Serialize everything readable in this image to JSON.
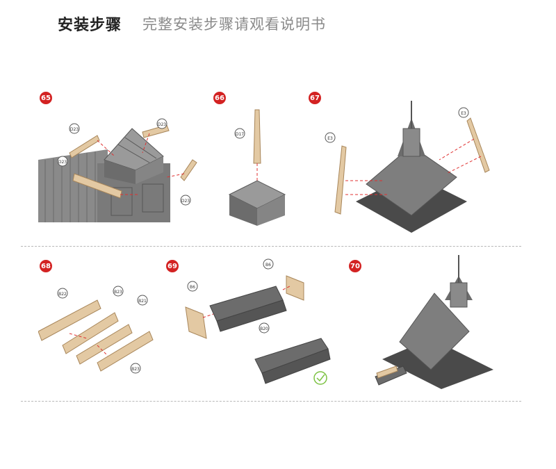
{
  "header": {
    "title": "安装步骤",
    "subtitle": "完整安装步骤请观看说明书"
  },
  "colors": {
    "badge": "#d32222",
    "wood": "#e3c9a3",
    "model": "#7a7a7a",
    "guide": "#e03030",
    "check": "#7cc242"
  },
  "steps": [
    {
      "number": "65",
      "labels": [
        "D23",
        "D23",
        "D23",
        "D23"
      ]
    },
    {
      "number": "66",
      "labels": [
        "D17"
      ]
    },
    {
      "number": "67",
      "labels": [
        "E3",
        "E3"
      ]
    },
    {
      "number": "68",
      "labels": [
        "B22",
        "B23",
        "B21",
        "B23"
      ]
    },
    {
      "number": "69",
      "labels": [
        "B6",
        "B6",
        "B20"
      ]
    },
    {
      "number": "70",
      "labels": []
    }
  ]
}
